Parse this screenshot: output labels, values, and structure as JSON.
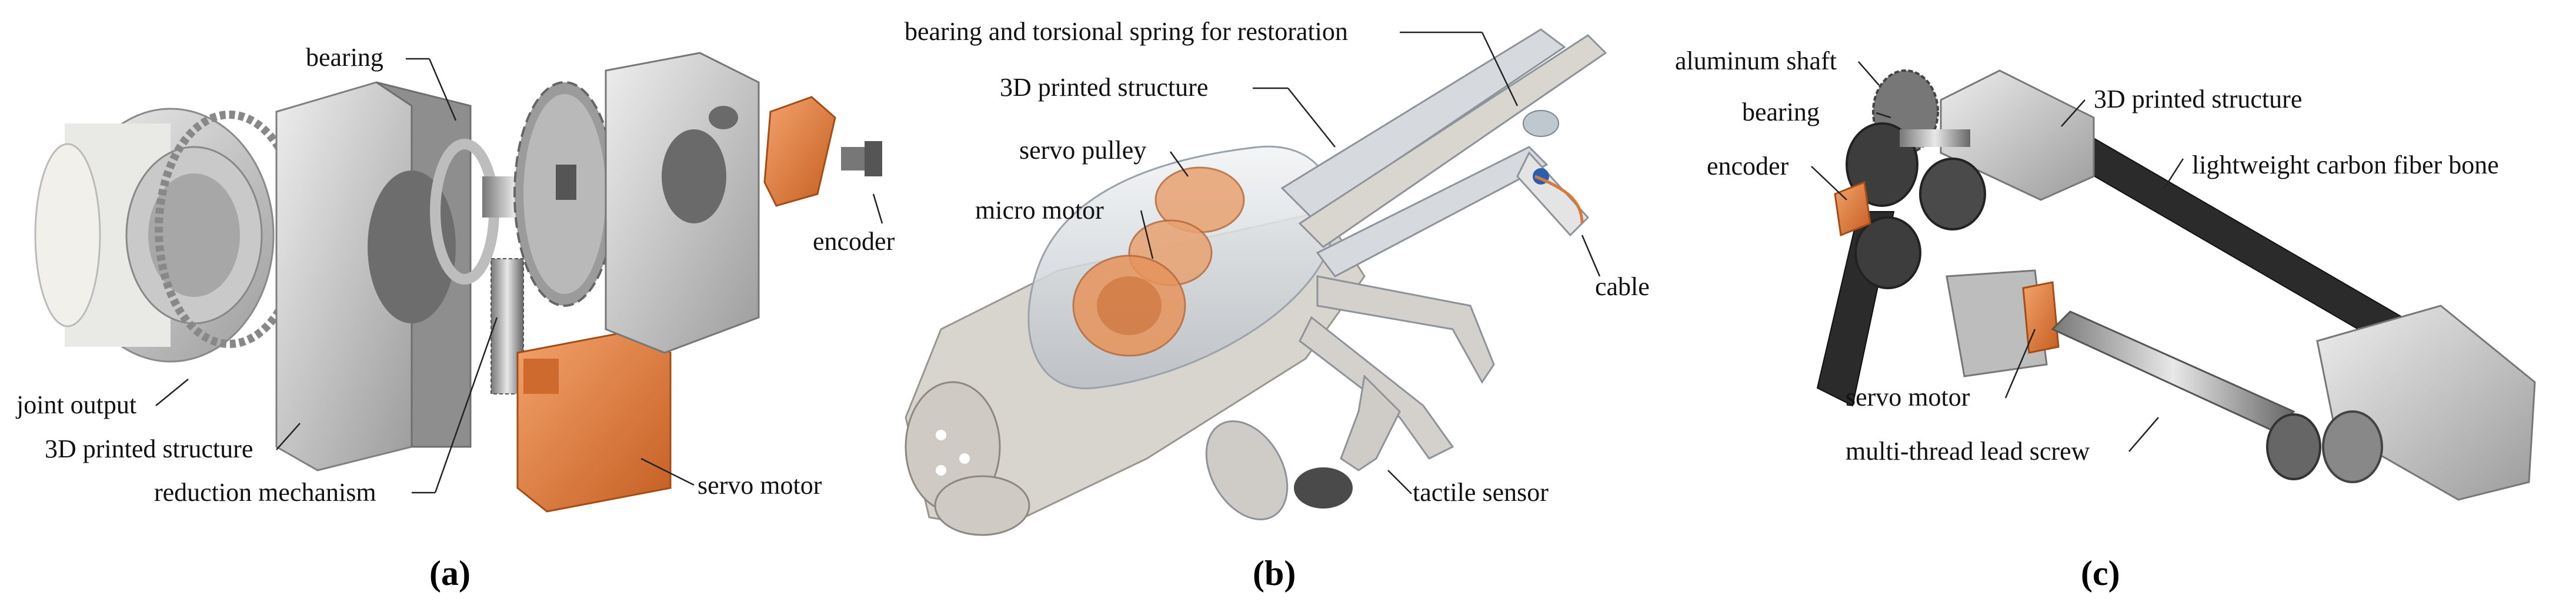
{
  "panels": [
    {
      "caption": "(a)",
      "labels": {
        "bearing": "bearing",
        "encoder": "encoder",
        "joint_output": "joint output",
        "printed_structure": "3D printed structure",
        "reduction": "reduction mechanism",
        "servo_motor": "servo motor"
      }
    },
    {
      "caption": "(b)",
      "labels": {
        "spring": "bearing and torsional spring for restoration",
        "printed_structure": "3D printed structure",
        "servo_pulley": "servo pulley",
        "micro_motor": "micro motor",
        "cable": "cable",
        "tactile_sensor": "tactile sensor"
      }
    },
    {
      "caption": "(c)",
      "labels": {
        "aluminum_shaft": "aluminum shaft",
        "bearing": "bearing",
        "encoder": "encoder",
        "printed_structure": "3D printed structure",
        "carbon_bone": "lightweight carbon fiber bone",
        "servo_motor": "servo motor",
        "lead_screw": "multi-thread lead screw"
      }
    }
  ],
  "colors": {
    "orange": "#e07a3c",
    "light_gray": "#d6d6d6",
    "mid_gray": "#9a9a9a",
    "dark": "#3a3a3a",
    "carbon": "#2b2b2b"
  }
}
